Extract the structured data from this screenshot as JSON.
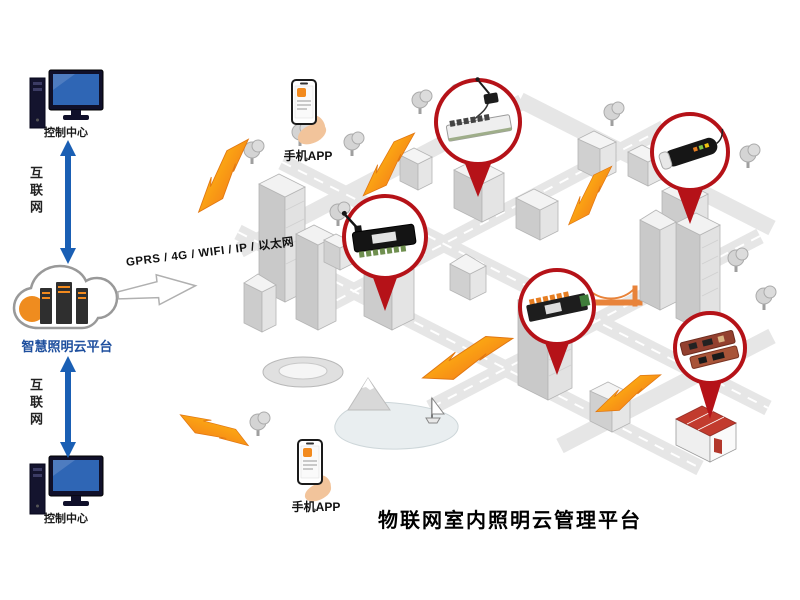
{
  "title": "物联网室内照明云管理平台",
  "left": {
    "control_top": "控制中心",
    "control_bottom": "控制中心",
    "internet_top": "互联网",
    "internet_bottom": "互联网",
    "cloud_label": "智慧照明云平台"
  },
  "network": {
    "protocols": "GPRS / 4G / WIFI / IP / 以太网"
  },
  "mobile": {
    "top": "手机APP",
    "bottom": "手机APP"
  },
  "icons": {
    "control_center": "desktop-computer-icon",
    "cloud_platform": "cloud-server-icon",
    "mobile_app": "smartphone-in-hand-icon",
    "wireless_link": "lightning-bolt-icon",
    "device_callout": "map-pin-circle-icon"
  },
  "colors": {
    "bolt_orange": "#F89B1C",
    "arrow_blue": "#1A5FB4",
    "pin_red": "#B51218",
    "cloud_orange": "#EF8C1F",
    "label_blue": "#1E4F9E",
    "city_gray": "#D9D9D9"
  }
}
